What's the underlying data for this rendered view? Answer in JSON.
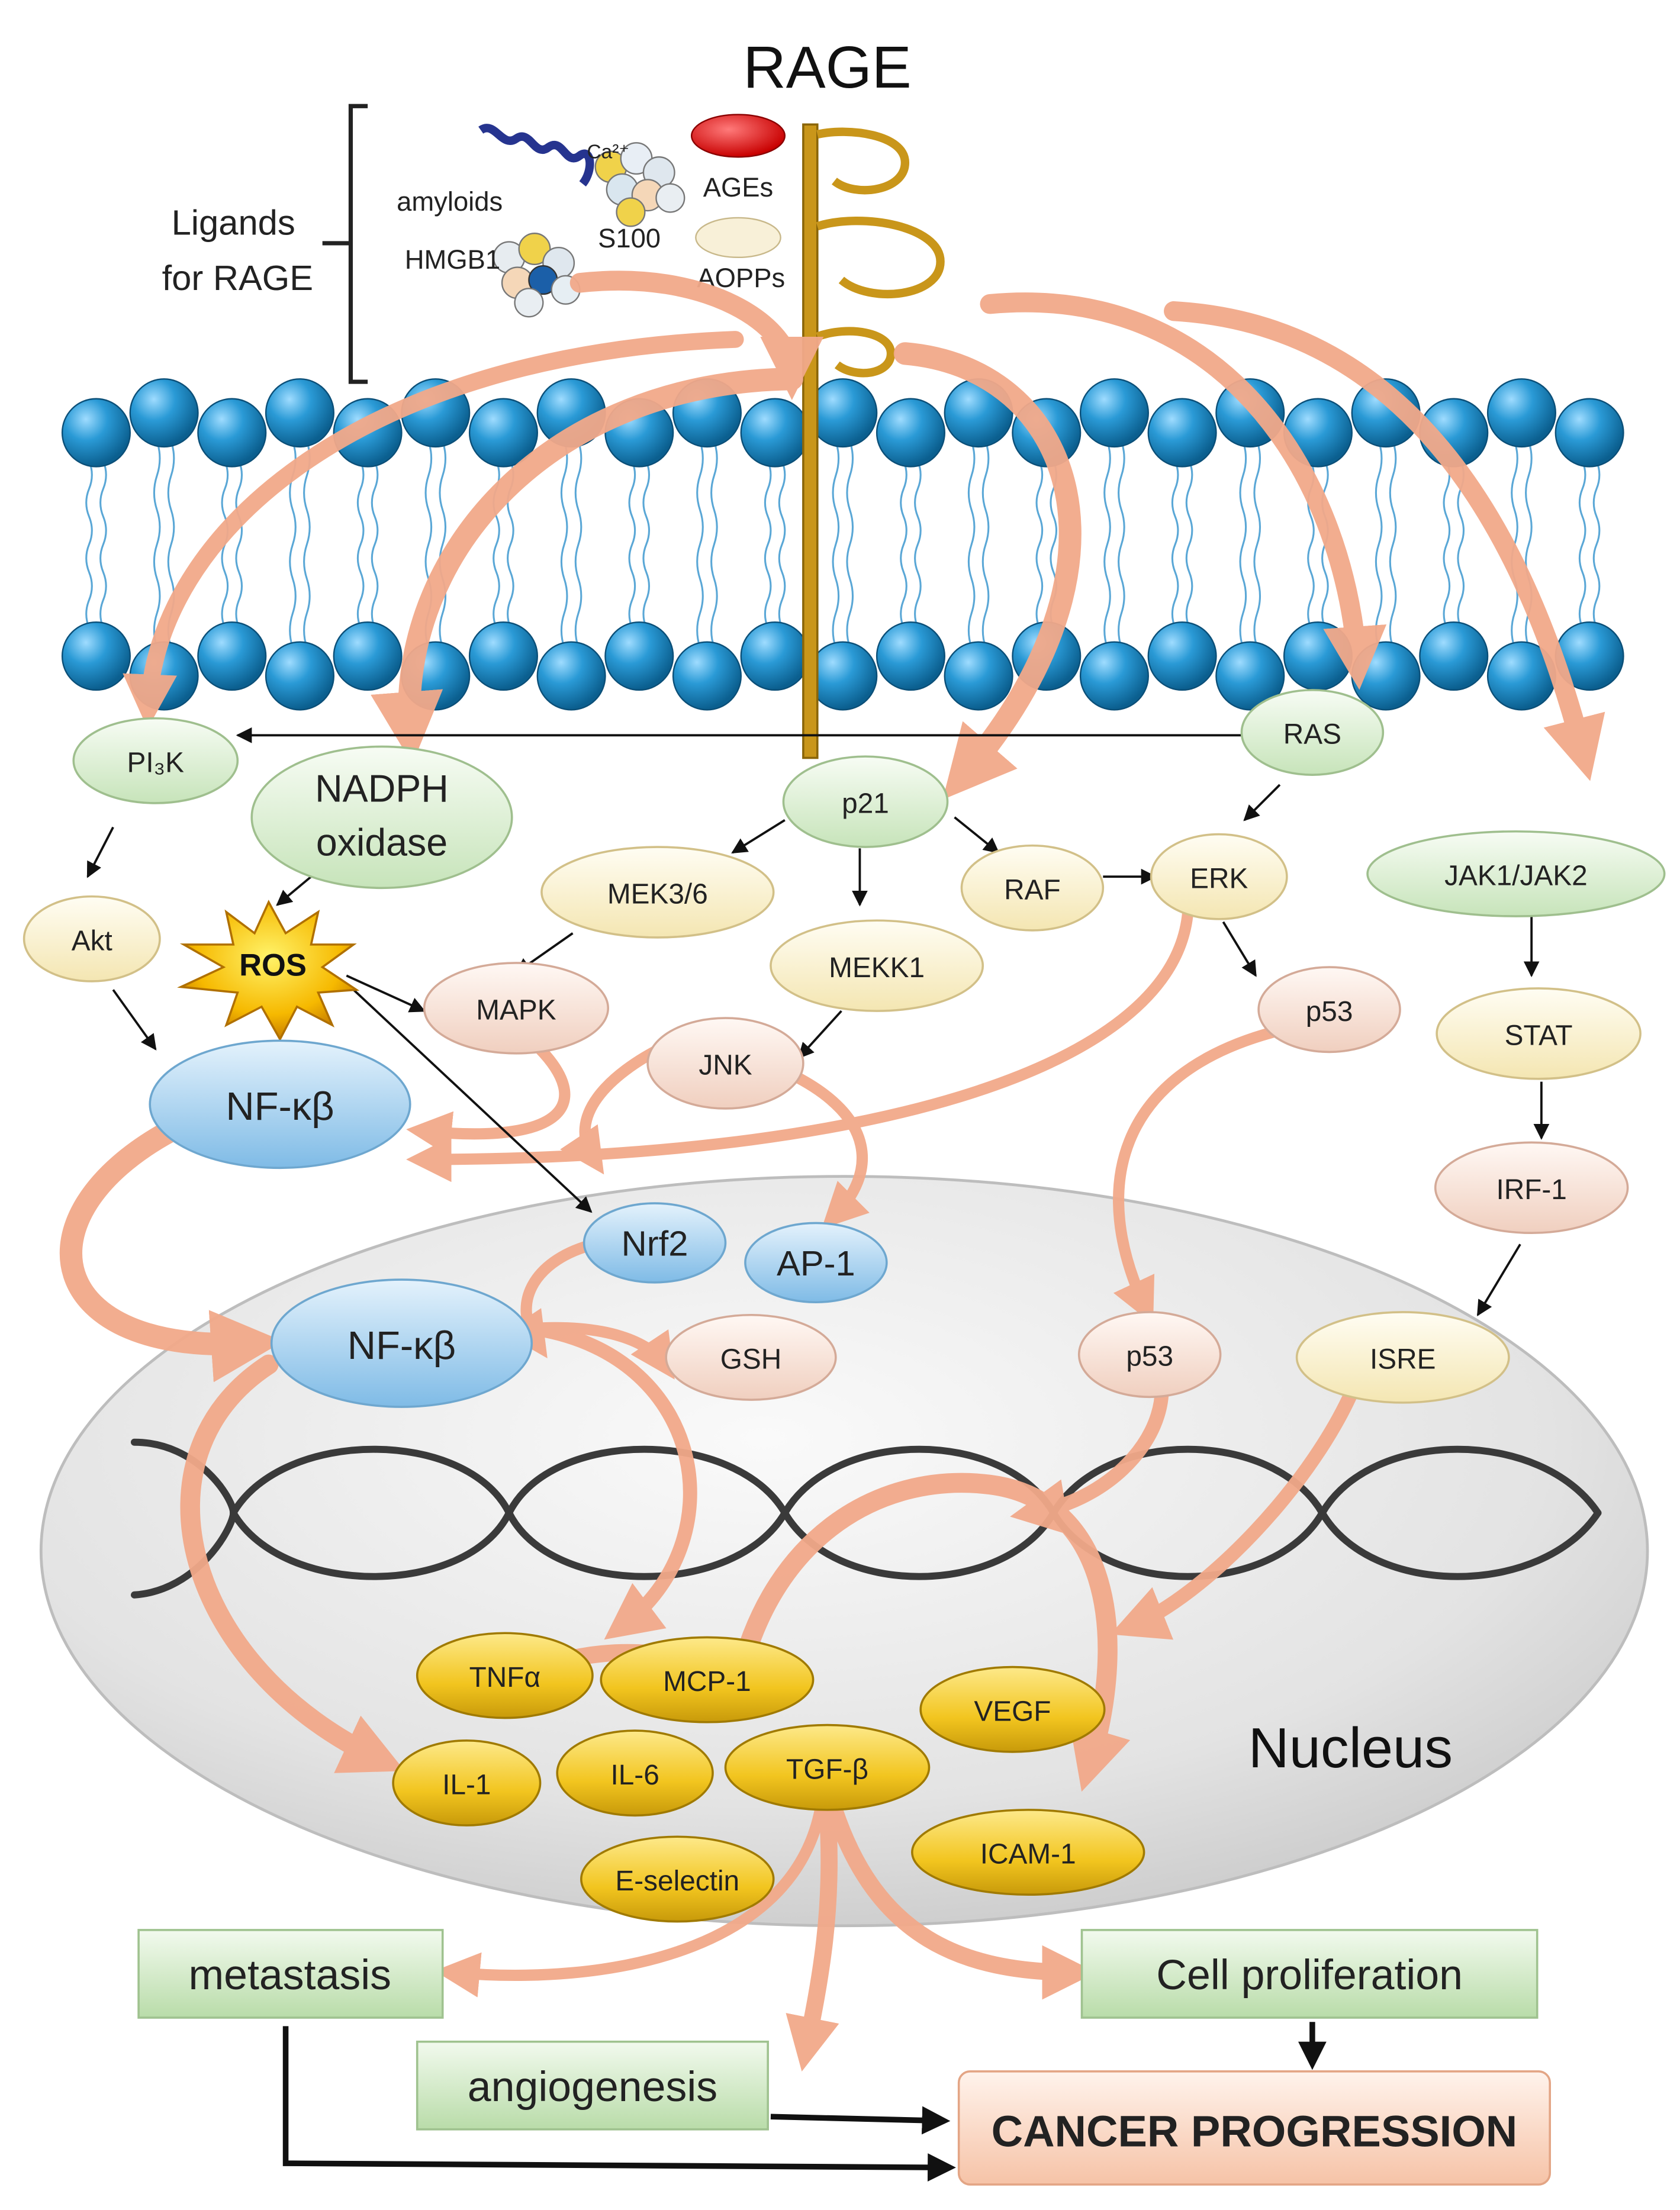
{
  "title": "RAGE",
  "ligands": {
    "label_line1": "Ligands",
    "label_line2": "for RAGE",
    "amyloids": "amyloids",
    "ca": "Ca²⁺",
    "s100": "S100",
    "hmgb1": "HMGB1",
    "ages": "AGEs",
    "aopps": "AOPPs"
  },
  "nodes": {
    "pi3k": "PI₃K",
    "nadph_line1": "NADPH",
    "nadph_line2": "oxidase",
    "ras": "RAS",
    "p21": "p21",
    "mek36": "MEK3/6",
    "raf": "RAF",
    "erk": "ERK",
    "jak": "JAK1/JAK2",
    "akt": "Akt",
    "ros": "ROS",
    "mekk1": "MEKK1",
    "mapk": "MAPK",
    "p53_cyto": "p53",
    "stat": "STAT",
    "jnk": "JNK",
    "nfkb_cyto": "NF-κβ",
    "irf1": "IRF-1",
    "nrf2": "Nrf2",
    "ap1": "AP-1",
    "nfkb_nuc": "NF-κβ",
    "gsh": "GSH",
    "p53_nuc": "p53",
    "isre": "ISRE"
  },
  "genes": {
    "tnfa": "TNFα",
    "mcp1": "MCP-1",
    "vegf": "VEGF",
    "il1": "IL-1",
    "il6": "IL-6",
    "tgfb": "TGF-β",
    "icam1": "ICAM-1",
    "eselectin": "E-selectin"
  },
  "nucleus_label": "Nucleus",
  "outcomes": {
    "metastasis": "metastasis",
    "cell_proliferation": "Cell proliferation",
    "angiogenesis": "angiogenesis",
    "cancer_progression": "CANCER PROGRESSION"
  },
  "colors": {
    "membrane_head": "#1f8fc8",
    "receptor": "#c9961a",
    "arrow_salmon": "#f2a98a",
    "green_node": "#dff0d8",
    "cream_node": "#fbf3d2",
    "pink_node": "#f8e0d6",
    "blue_node": "#a9d2ef",
    "gene_yellow": "#f3cc2a",
    "outcome_green": "#cde8c2",
    "cancer_box": "#fbd7c4"
  }
}
